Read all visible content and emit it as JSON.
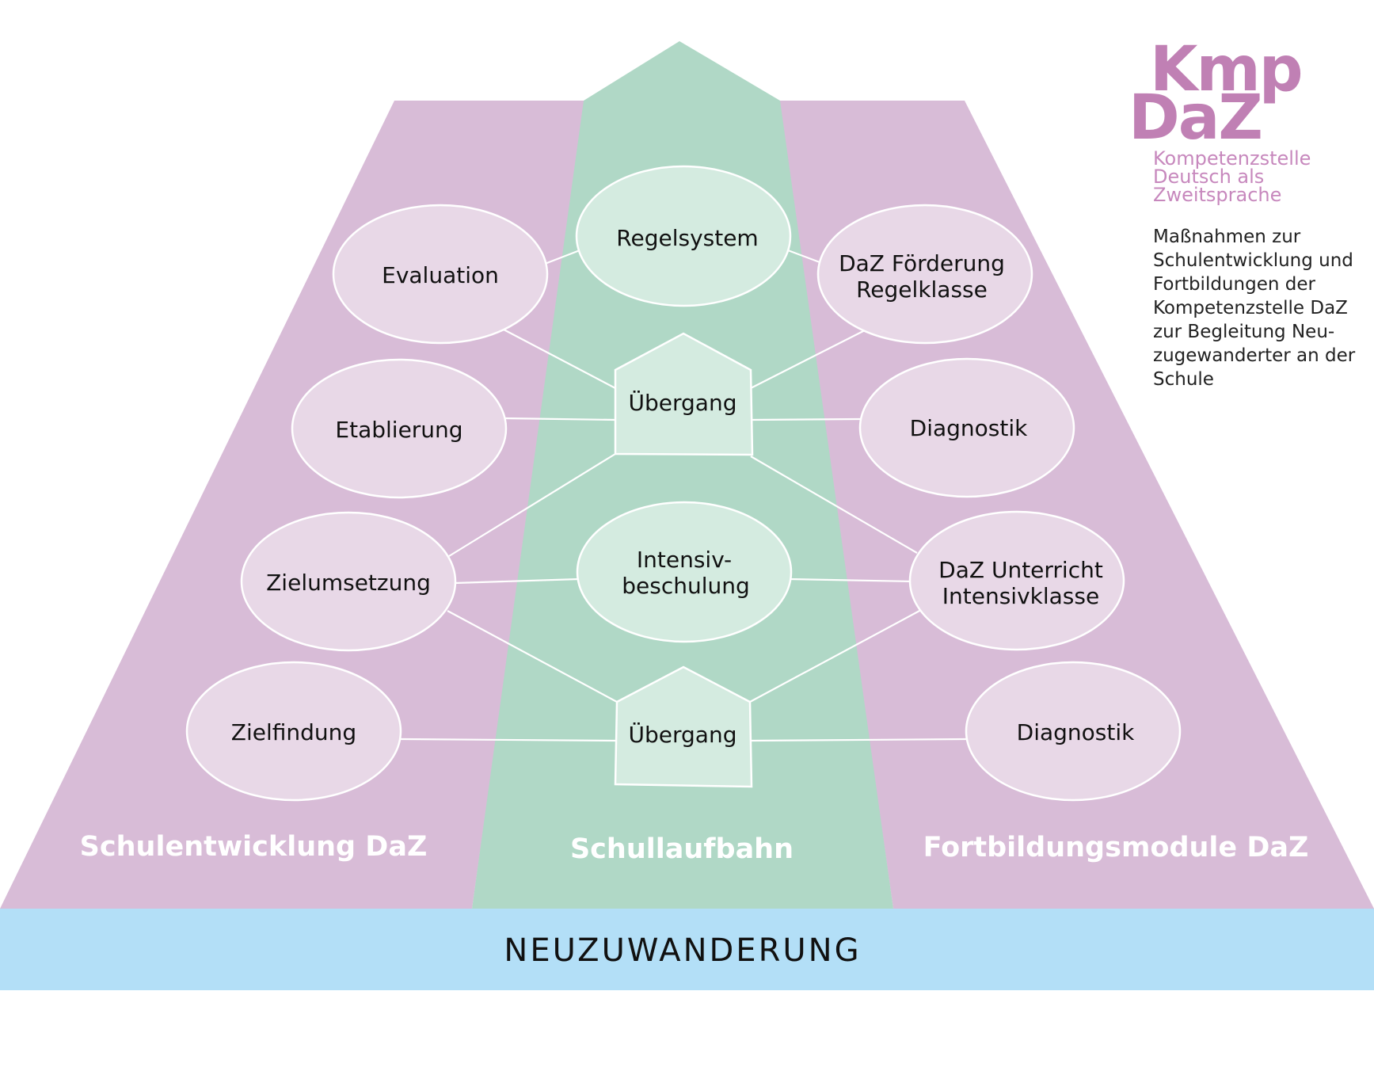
{
  "logo": {
    "line1": "Kmp",
    "line2": "DaZ",
    "sub1": "Kompetenzstelle",
    "sub2": "Deutsch als",
    "sub3": "Zweitsprache"
  },
  "description": [
    "Maßnahmen zur",
    "Schulentwicklung und",
    "Fortbildungen der",
    "Kompetenzstelle DaZ",
    "zur Begleitung Neu-",
    "zugewanderter an der",
    "Schule"
  ],
  "columns": {
    "left": "Schulentwicklung DaZ",
    "center": "Schullaufbahn",
    "right": "Fortbildungsmodule DaZ"
  },
  "base_label": "NEUZUWANDERUNG",
  "nodes": {
    "evaluation": [
      "Evaluation"
    ],
    "etablierung": [
      "Etablierung"
    ],
    "zielumsetzung": [
      "Zielumsetzung"
    ],
    "zielfindung": [
      "Zielfindung"
    ],
    "regelsystem": [
      "Regelsystem"
    ],
    "uebergang_top": [
      "Übergang"
    ],
    "intensivbeschulung": [
      "Intensiv-",
      "beschulung"
    ],
    "uebergang_bottom": [
      "Übergang"
    ],
    "daz_foerderung": [
      "DaZ Förderung",
      "Regelklasse"
    ],
    "diagnostik_top": [
      "Diagnostik"
    ],
    "daz_unterricht": [
      "DaZ Unterricht",
      "Intensivklasse"
    ],
    "diagnostik_bottom": [
      "Diagnostik"
    ]
  },
  "colors": {
    "purple_band": "#d8bcd7",
    "green_band": "#b0d8c6",
    "blue_base": "#b3dff7",
    "purple_node": "#e8d8e7",
    "green_node": "#d4ebe0",
    "outline": "#ffffff",
    "logo": "#c080b4"
  }
}
